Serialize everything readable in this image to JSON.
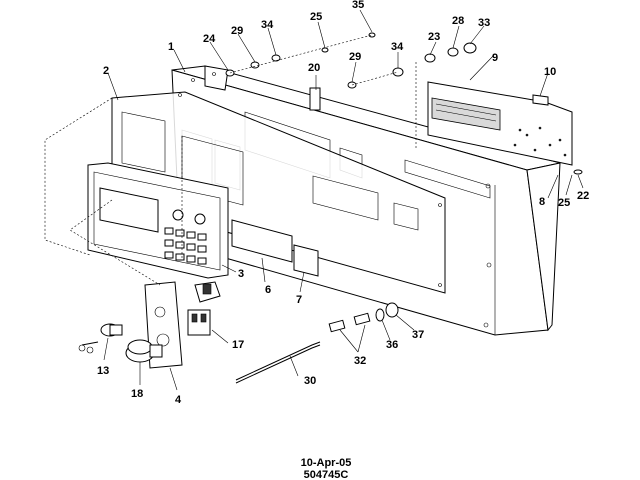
{
  "callouts": {
    "c1": "1",
    "c2": "2",
    "c3": "3",
    "c4": "4",
    "c6": "6",
    "c7": "7",
    "c8": "8",
    "c9": "9",
    "c10": "10",
    "c13": "13",
    "c17": "17",
    "c18": "18",
    "c20": "20",
    "c22": "22",
    "c23": "23",
    "c24": "24",
    "c25a": "25",
    "c25b": "25",
    "c28": "28",
    "c29a": "29",
    "c29b": "29",
    "c30": "30",
    "c32": "32",
    "c33": "33",
    "c34a": "34",
    "c34b": "34",
    "c35": "35",
    "c36": "36",
    "c37": "37"
  },
  "footer": {
    "date": "10-Apr-05",
    "drawing_number": "504745C"
  }
}
